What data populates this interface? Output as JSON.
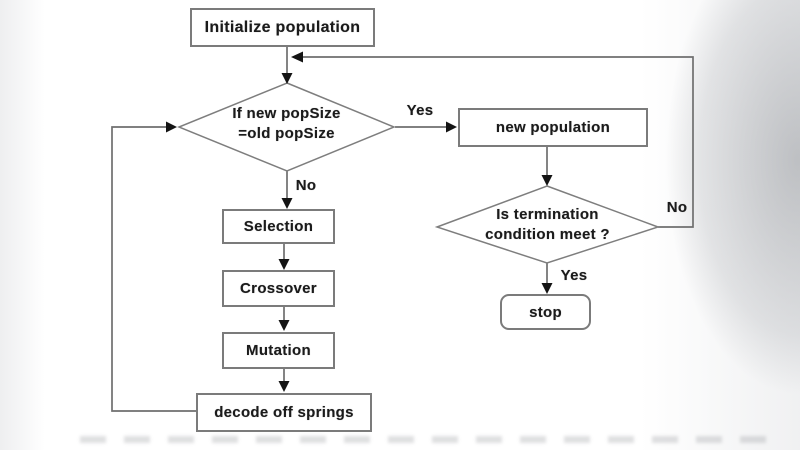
{
  "diagram": {
    "nodes": {
      "initialize_population": {
        "label": "Initialize population"
      },
      "popsize_decision": {
        "line1": "If new popSize",
        "line2": "=old popSize"
      },
      "new_population": {
        "label": "new population"
      },
      "termination_decision": {
        "line1": "Is termination",
        "line2": "condition meet ?"
      },
      "stop": {
        "label": "stop"
      },
      "selection": {
        "label": "Selection"
      },
      "crossover": {
        "label": "Crossover"
      },
      "mutation": {
        "label": "Mutation"
      },
      "decode_offsprings": {
        "label": "decode off springs"
      }
    },
    "edge_labels": {
      "popsize_yes": "Yes",
      "popsize_no": "No",
      "termination_no": "No",
      "termination_yes": "Yes"
    },
    "colors": {
      "line": "#6f6f6f",
      "box_border": "#7b7b7b",
      "arrowhead": "#141414",
      "text": "#1b1b1b",
      "node_fill": "#ffffff"
    }
  }
}
